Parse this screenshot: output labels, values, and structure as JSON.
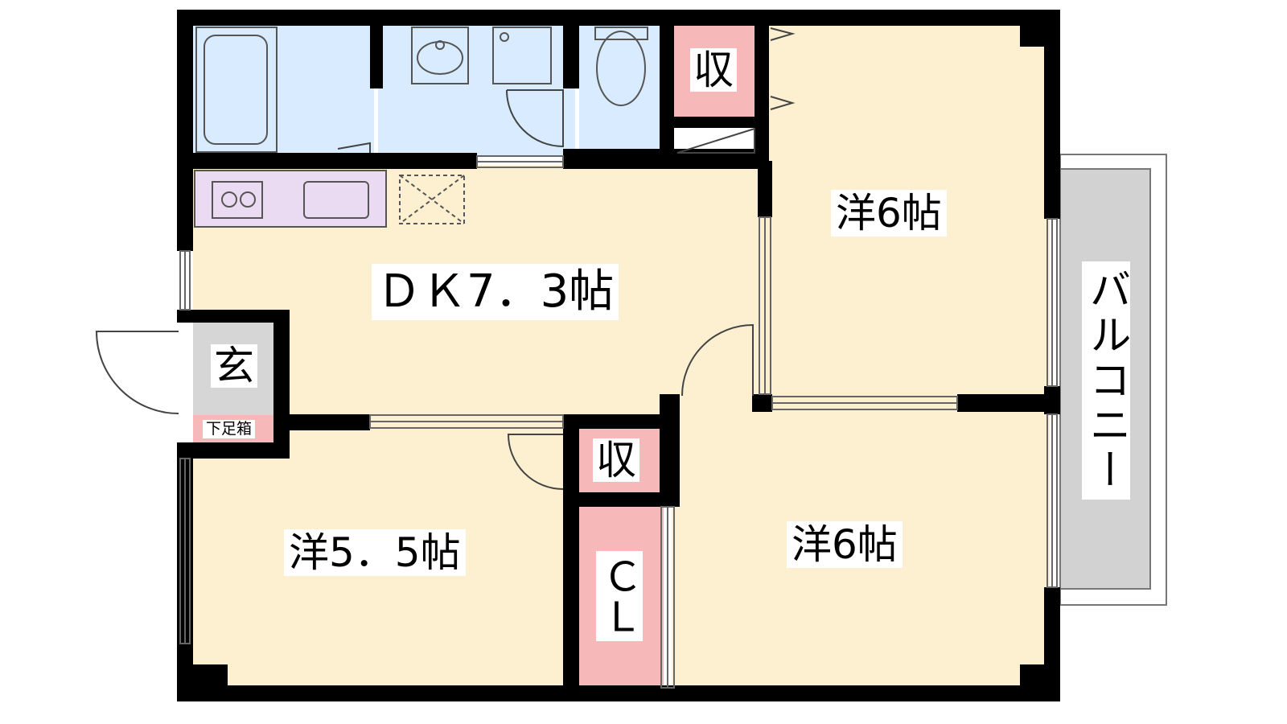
{
  "rooms": {
    "dk": "ＤＫ7．3帖",
    "western_ne": "洋6帖",
    "western_se": "洋6帖",
    "western_sw": "洋5．5帖",
    "entrance": "玄",
    "shoe_box": "下足箱",
    "storage_top": "収",
    "storage_mid": "収",
    "closet": "ＣＬ",
    "balcony": "バルコニー"
  },
  "colors": {
    "room_floor": "#fcf0d0",
    "wet_area": "#d9ebff",
    "kitchen": "#eadbf2",
    "storage": "#f6b8b8",
    "entrance": "#d6d6d6",
    "balcony": "#d2d2d2",
    "wall": "#000000"
  }
}
